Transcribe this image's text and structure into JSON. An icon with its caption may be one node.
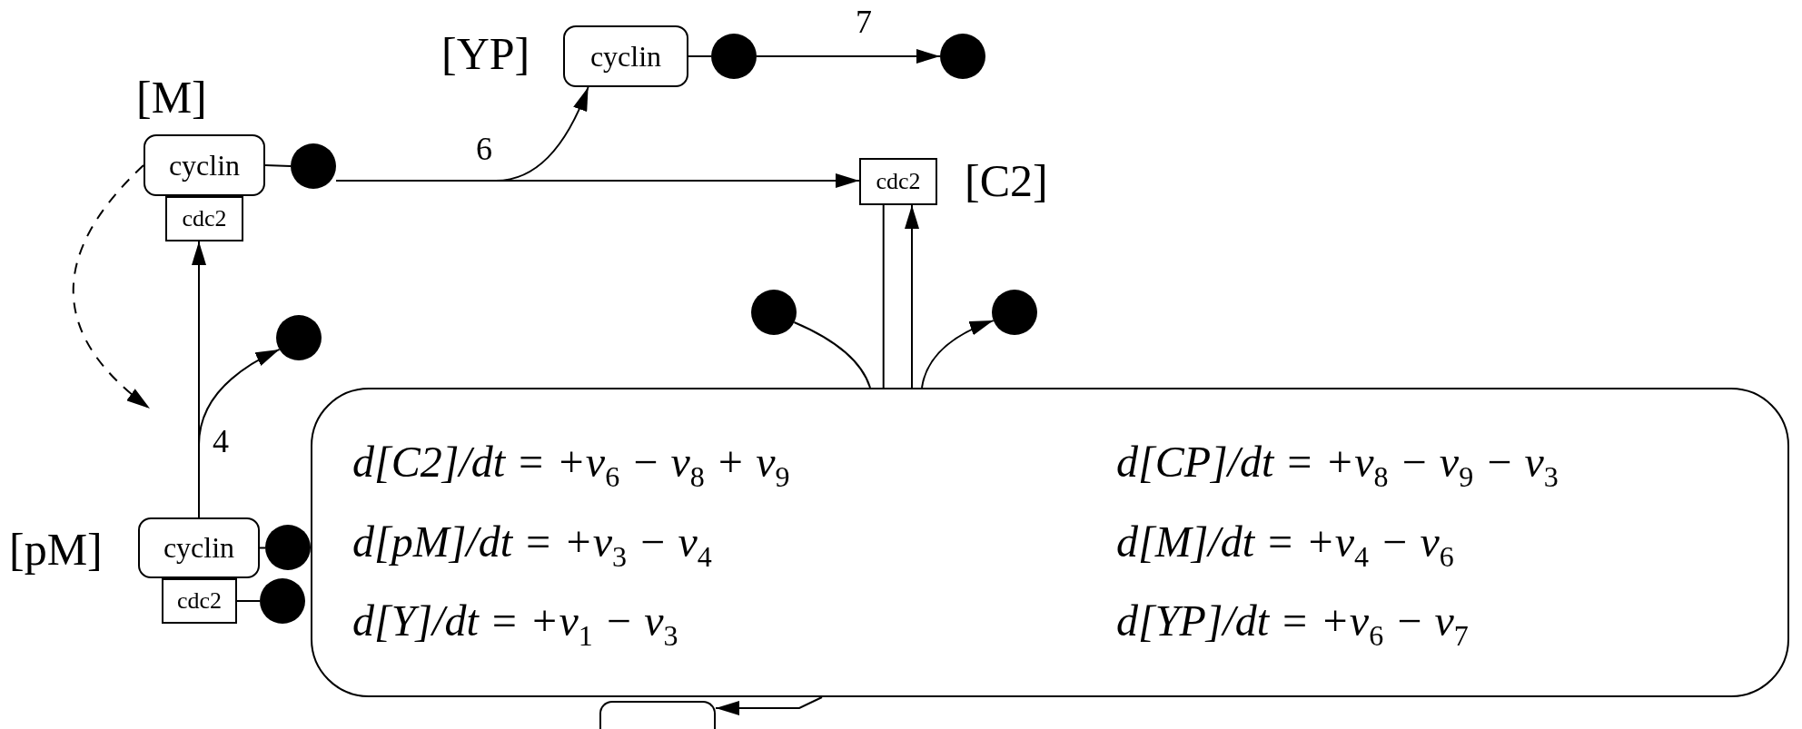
{
  "diagram": {
    "nodes": [
      {
        "text": [
          "cyclin"
        ],
        "beside": [
          "[M]"
        ]
      },
      {
        "text": [
          "cdc2"
        ]
      },
      {
        "text": [],
        "shape": "circle"
      },
      {
        "text": [
          "cyclin"
        ],
        "beside": [
          "[YP]"
        ]
      },
      {
        "text": [],
        "shape": "circle"
      },
      {
        "text": [],
        "shape": "circle"
      },
      {
        "text": [
          "cdc2"
        ],
        "beside": [
          "[C2]"
        ]
      },
      {
        "text": [],
        "shape": "circle"
      },
      {
        "text": [],
        "shape": "circle"
      },
      {
        "text": [],
        "shape": "circle"
      },
      {
        "text": [
          "cyclin"
        ],
        "beside": [
          "[pM]"
        ]
      },
      {
        "text": [],
        "shape": "circle"
      },
      {
        "text": [
          "cdc2"
        ]
      },
      {
        "text": [],
        "shape": "circle"
      },
      {
        "text": [
          "d[C2]/dt = +ν$_{6}$ − ν$_{8}$ + ν$_{9}$",
          "d[CP]/dt = +ν$_{8}$ − ν$_{9}$ − ν$_{3}$",
          "d[pM]/dt = +ν$_{3}$ − ν$_{4}$",
          "d[M]/dt = +ν$_{4}$ − ν$_{6}$",
          "d[Y]/dt = +ν$_{1}$ − ν$_{3}$",
          "d[YP]/dt = +ν$_{6}$ − ν$_{7}$"
        ]
      },
      {
        "text": [],
        "shape": "box"
      }
    ],
    "edges": [
      {
        "from": 0,
        "to": 2,
        "arrow": "none"
      },
      {
        "from": 3,
        "to": 4,
        "arrow": "none"
      },
      {
        "from": 10,
        "to": 11,
        "arrow": "none"
      },
      {
        "from": 12,
        "to": 13,
        "arrow": "none"
      },
      {
        "from": 4,
        "to": 5,
        "arrow": "to",
        "label": "7"
      },
      {
        "from": 2,
        "to": 6,
        "arrow": "to",
        "label": "6"
      },
      {
        "from": 2,
        "to": 3,
        "arrow": "to"
      },
      {
        "from": 10,
        "to": 1,
        "arrow": "to",
        "label": "4"
      },
      {
        "from": 10,
        "to": 9,
        "arrow": "to"
      },
      {
        "from": 0,
        "to": null,
        "arrow": "to",
        "style": "dashed"
      },
      {
        "from": 6,
        "to": 14,
        "arrow": "none"
      },
      {
        "from": 7,
        "to": 14,
        "arrow": "none"
      },
      {
        "from": 14,
        "to": 6,
        "arrow": "to"
      },
      {
        "from": 14,
        "to": 8,
        "arrow": "to"
      },
      {
        "from": 14,
        "to": 15,
        "arrow": "to"
      }
    ]
  }
}
